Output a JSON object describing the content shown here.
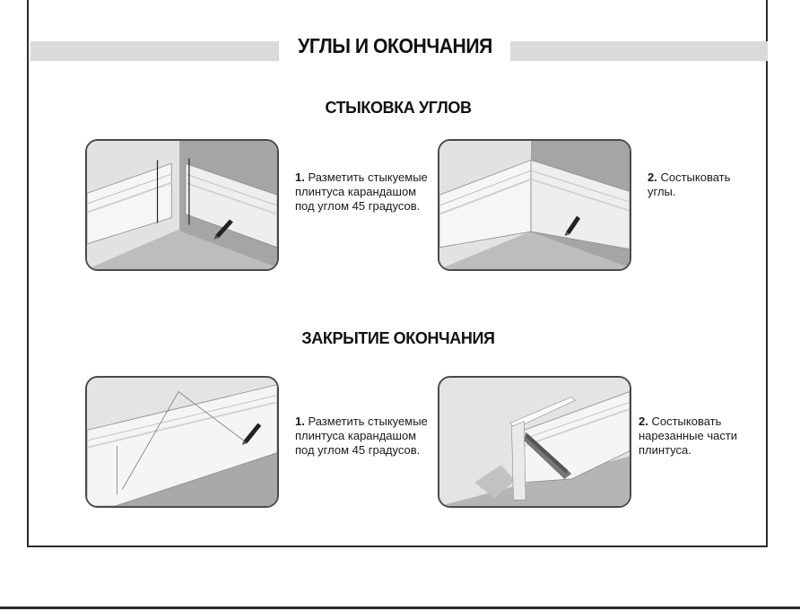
{
  "header": {
    "title": "УГЛЫ И ОКОНЧАНИЯ"
  },
  "sections": [
    {
      "title": "СТЫКОВКА УГЛОВ",
      "steps": [
        {
          "number": "1.",
          "text": "Разметить стыкуемые плинтуса карандашом под углом 45 градусов."
        },
        {
          "number": "2.",
          "text": "Состыковать углы."
        }
      ]
    },
    {
      "title": "ЗАКРЫТИЕ ОКОНЧАНИЯ",
      "steps": [
        {
          "number": "1.",
          "text": "Разметить стыкуемые плинтуса карандашом под углом 45 градусов."
        },
        {
          "number": "2.",
          "text": "Состыковать нарезанные части плинтуса."
        }
      ]
    }
  ]
}
